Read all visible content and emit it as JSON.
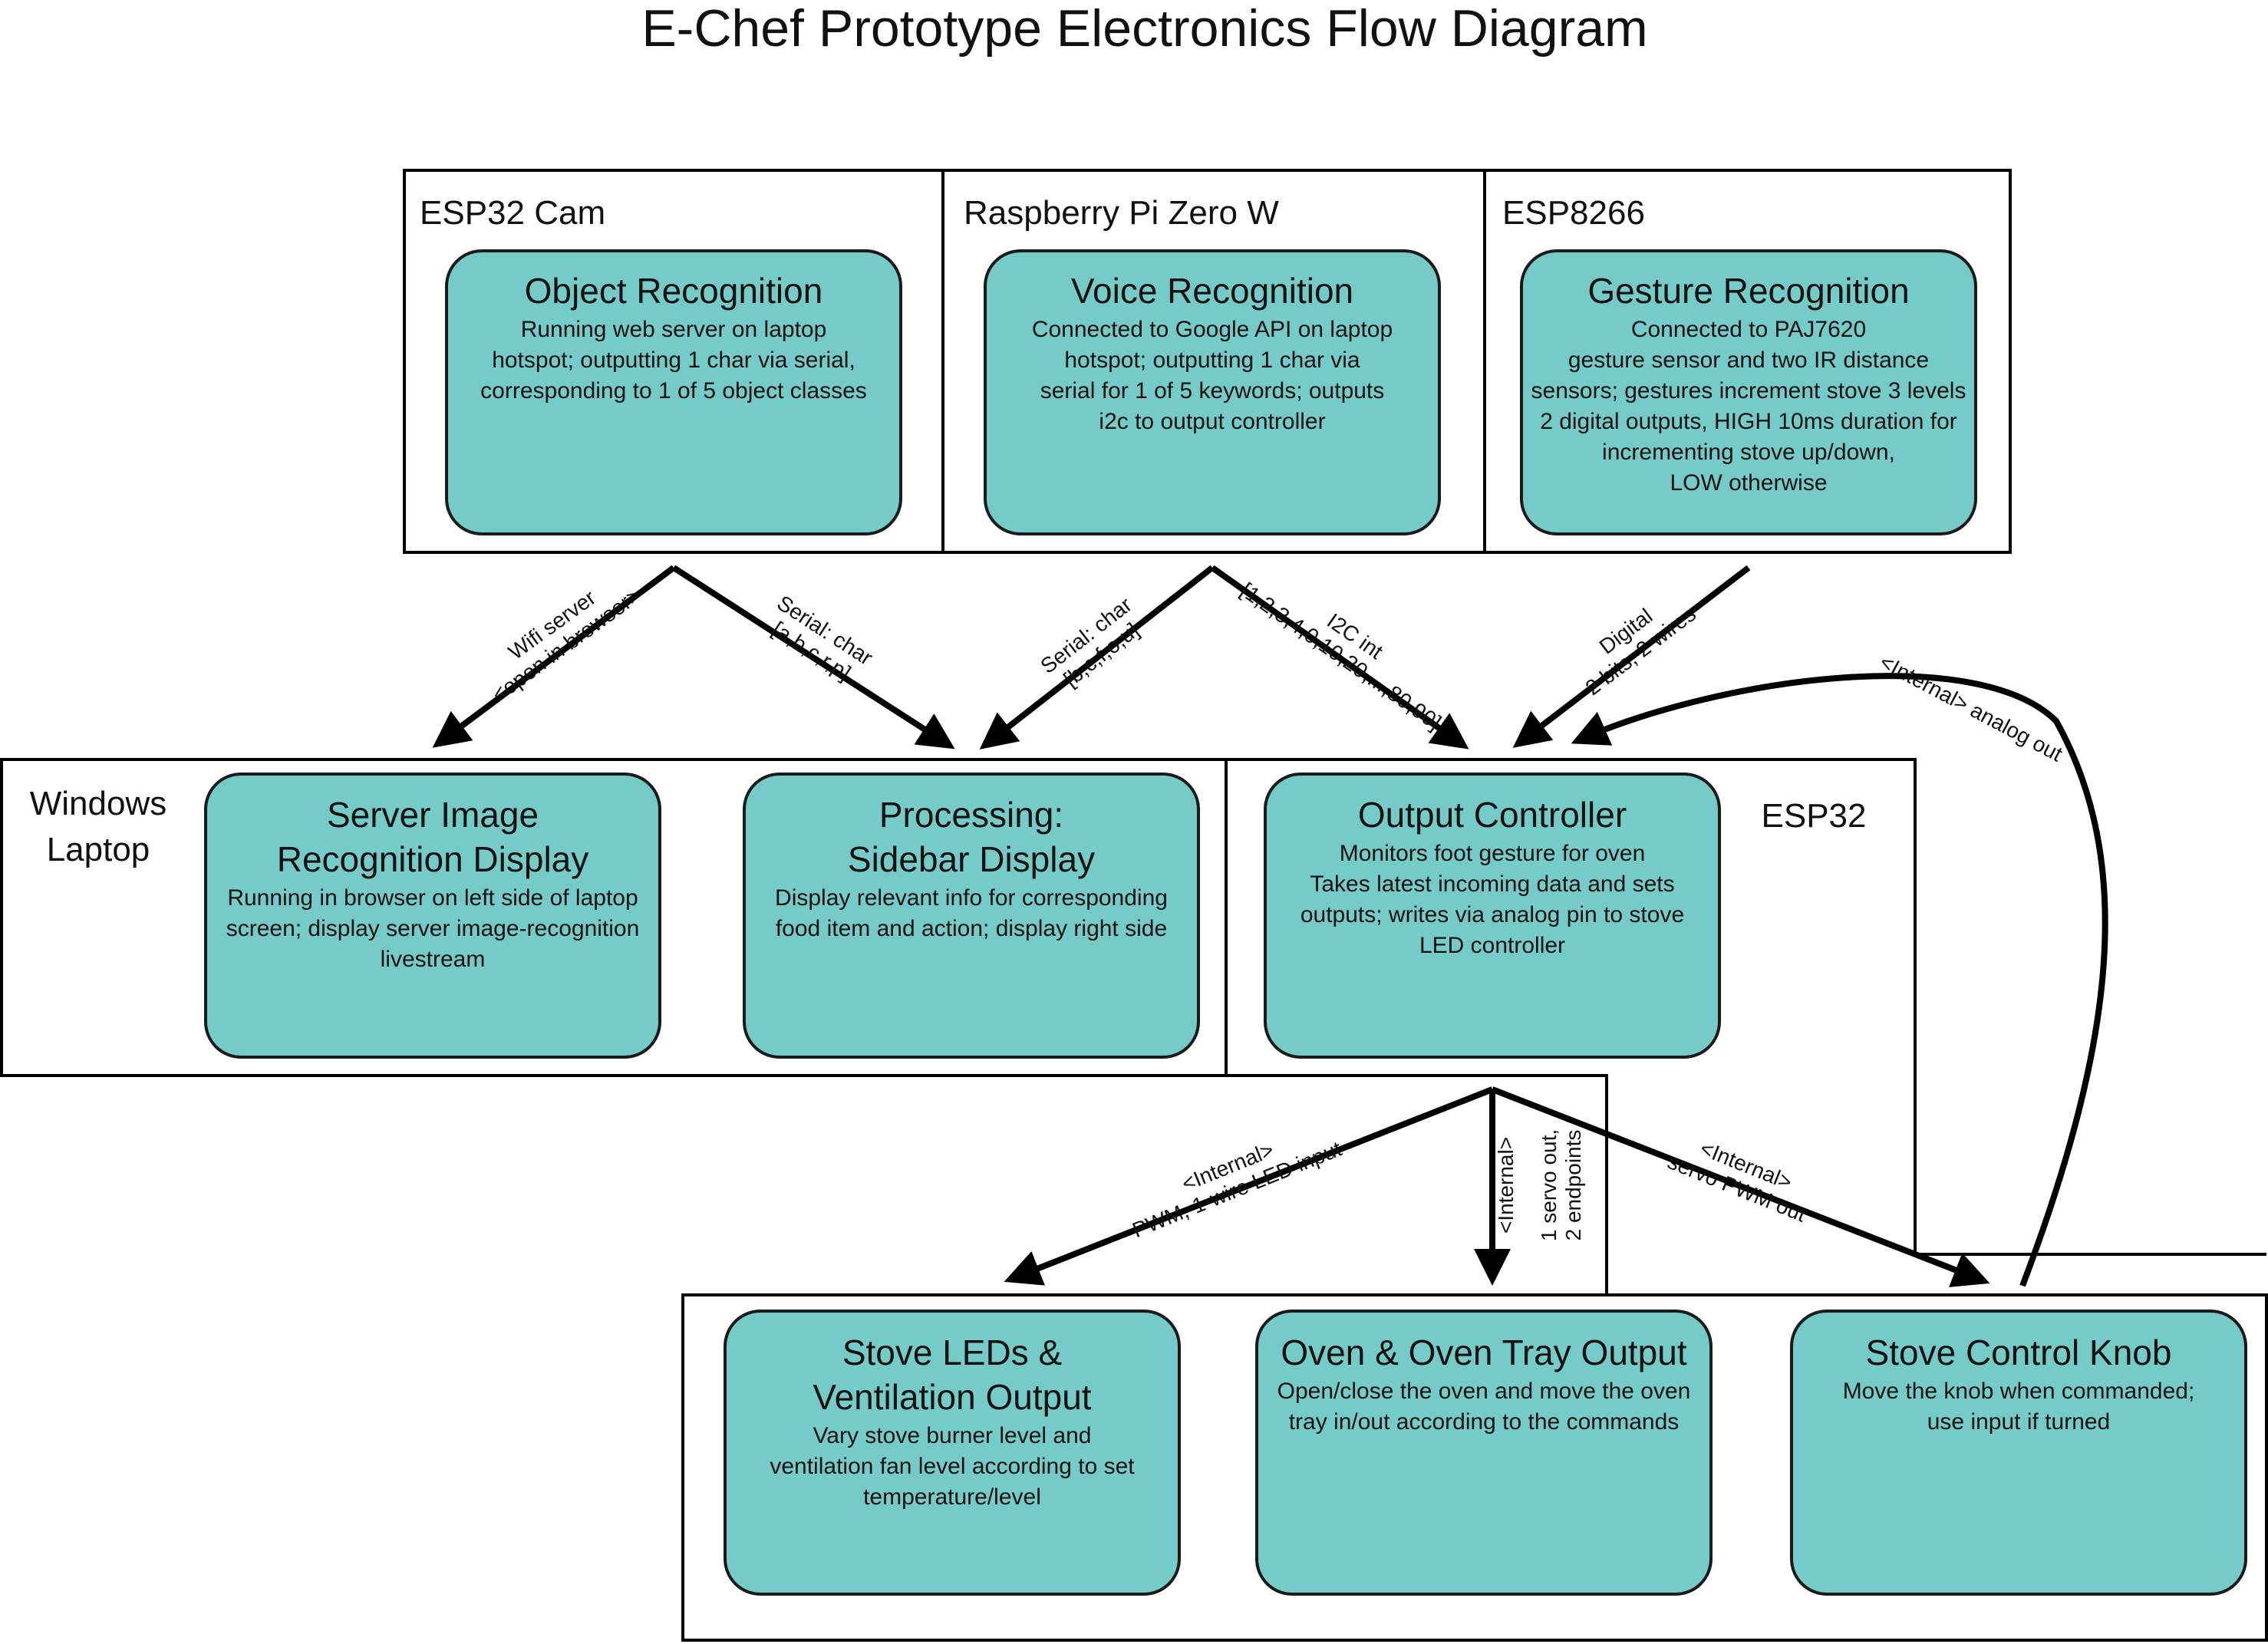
{
  "title": "E-Chef Prototype Electronics Flow Diagram",
  "groups": {
    "esp32cam": "ESP32 Cam",
    "rpi": "Raspberry Pi Zero W",
    "esp8266": "ESP8266",
    "laptop_line1": "Windows",
    "laptop_line2": "Laptop",
    "esp32": "ESP32"
  },
  "nodes": {
    "object": {
      "title": [
        "Object Recognition"
      ],
      "body": [
        "Running web server on laptop",
        "hotspot; outputting 1 char via serial,",
        "corresponding to 1 of 5 object classes"
      ]
    },
    "voice": {
      "title": [
        "Voice Recognition"
      ],
      "body": [
        "Connected to Google API on laptop",
        "hotspot; outputting 1 char via",
        "serial for 1 of 5 keywords; outputs",
        "i2c to output controller"
      ]
    },
    "gesture": {
      "title": [
        "Gesture Recognition"
      ],
      "body": [
        "Connected to PAJ7620",
        "gesture sensor and two IR distance",
        "sensors; gestures increment stove 3 levels",
        "2 digital outputs, HIGH 10ms duration for",
        "incrementing stove up/down,",
        "LOW otherwise"
      ]
    },
    "server": {
      "title": [
        "Server Image",
        "Recognition Display"
      ],
      "body": [
        "Running in browser on left side of laptop",
        "screen; display server image-recognition",
        "livestream"
      ]
    },
    "sidebar": {
      "title": [
        "Processing:",
        "Sidebar Display"
      ],
      "body": [
        "Display relevant info for corresponding",
        "food item and action; display right side"
      ]
    },
    "output": {
      "title": [
        "Output Controller"
      ],
      "body": [
        "Monitors foot gesture for oven",
        "Takes latest incoming data and sets",
        "outputs; writes via analog pin to stove",
        "LED controller"
      ]
    },
    "stove": {
      "title": [
        "Stove LEDs &",
        "Ventilation Output"
      ],
      "body": [
        "Vary stove burner level and",
        "ventilation fan level according to set",
        "temperature/level"
      ]
    },
    "oven": {
      "title": [
        "Oven & Oven Tray Output"
      ],
      "body": [
        "Open/close the oven and move the oven",
        "tray in/out according to the commands"
      ]
    },
    "knob": {
      "title": [
        "Stove Control Knob"
      ],
      "body": [
        "Move the knob when commanded;",
        "use input if turned"
      ]
    }
  },
  "edges": {
    "wifi": [
      "Wifi server",
      "<open in browser>"
    ],
    "serial_char": [
      "Serial: char",
      "[a,b,c,r,p]"
    ],
    "serial_voice": [
      "Serial: char",
      "[b,c,f,o,u]"
    ],
    "i2c": [
      "I2C int",
      "[1,2,3,4,0,10,20,...,80,90]"
    ],
    "digital": [
      "Digital",
      "2 bits, 2 wires"
    ],
    "analog": [
      "<Internal> analog out"
    ],
    "pwm_led": [
      "<Internal>",
      "PWM, 1-wire LED input"
    ],
    "servo_oven": [
      "<Internal>",
      "1 servo out,",
      "2 endpoints"
    ],
    "servo_pwm": [
      "<Internal>",
      "servo PWM out"
    ]
  },
  "colors": {
    "node_fill": "#74cbc8",
    "stroke": "#000000"
  }
}
